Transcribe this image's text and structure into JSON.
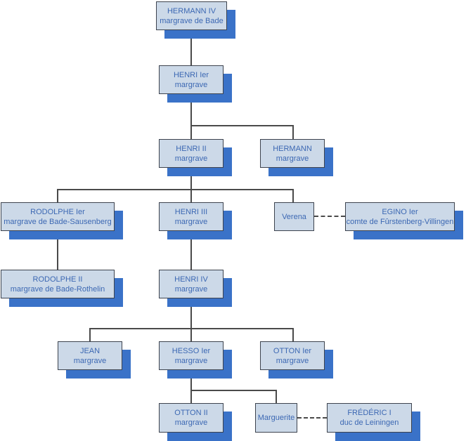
{
  "colors": {
    "node_fill": "#ccd9e8",
    "node_border": "#3d434e",
    "node_shadow": "#3a72c8",
    "node_text": "#3c68b3",
    "connector": "#4a4a4a",
    "page_bg": "#ffffff"
  },
  "diagram": {
    "type": "family-tree",
    "nodes": [
      {
        "title": "HERMANN IV",
        "subtitle": "margrave de Bade"
      },
      {
        "title": "HENRI Ier",
        "subtitle": "margrave"
      },
      {
        "title": "HENRI II",
        "subtitle": "margrave"
      },
      {
        "title": "HERMANN",
        "subtitle": "margrave"
      },
      {
        "title": "RODOLPHE Ier",
        "subtitle": "margrave de Bade-Sausenberg"
      },
      {
        "title": "HENRI III",
        "subtitle": "margrave"
      },
      {
        "title": "Verena"
      },
      {
        "title": "EGINO Ier",
        "subtitle": "comte de Fûrstenberg-Villingen"
      },
      {
        "title": "RODOLPHE II",
        "subtitle": "margrave de Bade-Rothelin"
      },
      {
        "title": "HENRI IV",
        "subtitle": "margrave"
      },
      {
        "title": "JEAN",
        "subtitle": "margrave"
      },
      {
        "title": "HESSO Ier",
        "subtitle": "margrave"
      },
      {
        "title": "OTTON Ier",
        "subtitle": "margrave"
      },
      {
        "title": "OTTON II",
        "subtitle": "margrave"
      },
      {
        "title": "Marguerite"
      },
      {
        "title": "FRÉDÉRIC I",
        "subtitle": "duc de Leiningen"
      }
    ]
  }
}
